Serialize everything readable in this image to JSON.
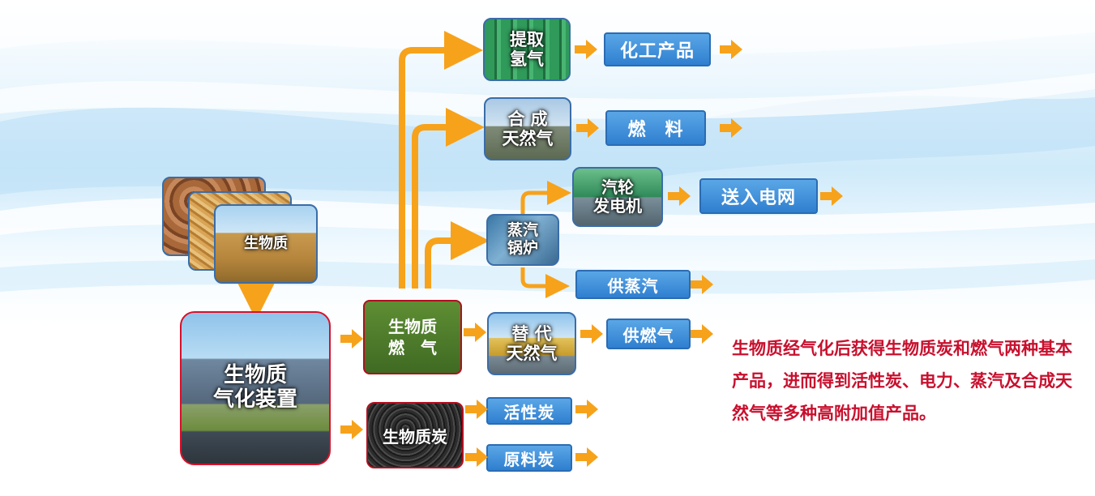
{
  "nodes": {
    "biomass": "生物质",
    "gasifier": "生物质\n气化装置",
    "biogas": "生物质\n燃　气",
    "biochar": "生物质炭",
    "hydrogen": "提取\n氢气",
    "syngas": "合 成\n天然气",
    "boiler": "蒸汽\n锅炉",
    "turbine": "汽轮\n发电机",
    "sub_gas": "替 代\n天然气"
  },
  "products": {
    "chemicals": "化工产品",
    "fuel": "燃　料",
    "grid": "送入电网",
    "steam": "供蒸汽",
    "gas_supply": "供燃气",
    "activated_carbon": "活性炭",
    "raw_carbon": "原料炭"
  },
  "description": "生物质经气化后获得生物质炭和燃气两种基本产品，进而得到活性炭、电力、蒸汽及合成天然气等多种高附加值产品。",
  "colors": {
    "arrow": "#f7a21b",
    "box_blue": "#3a8ad9",
    "biogas_green": "#4a7a2a",
    "note_red": "#c8102e",
    "gasifier_border": "#d8102a"
  }
}
